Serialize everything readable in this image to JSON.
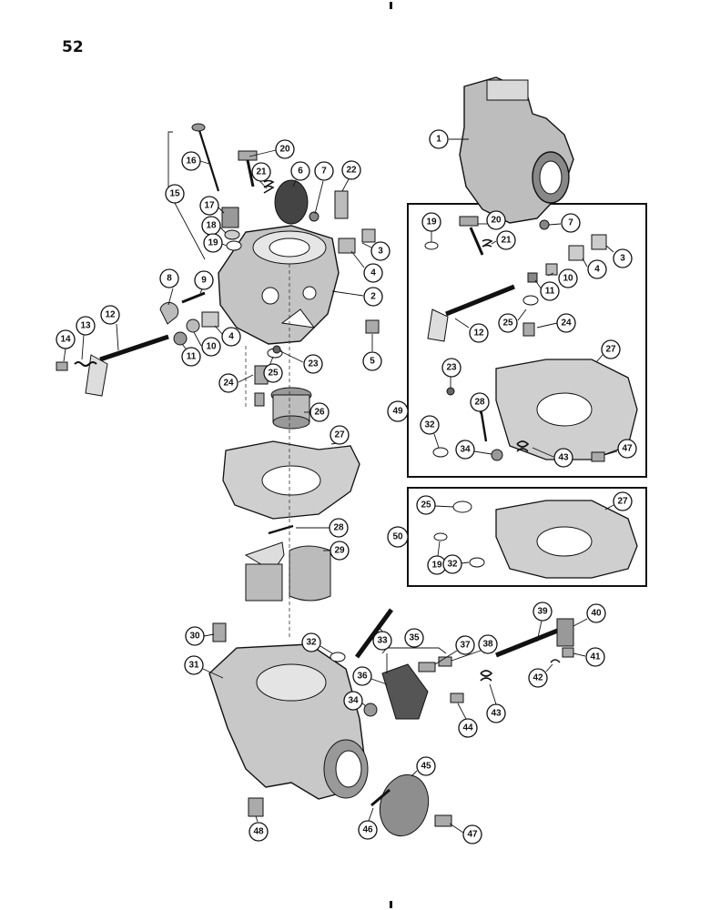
{
  "page": {
    "number": "52"
  },
  "kits": [
    {
      "number": "49"
    },
    {
      "number": "50"
    }
  ],
  "callouts": [
    "1",
    "20",
    "16",
    "21",
    "6",
    "7",
    "22",
    "15",
    "17",
    "18",
    "19",
    "3",
    "4",
    "2",
    "8",
    "9",
    "12",
    "13",
    "14",
    "10",
    "4",
    "11",
    "5",
    "24",
    "25",
    "23",
    "26",
    "27",
    "28",
    "29",
    "19",
    "20",
    "7",
    "21",
    "3",
    "4",
    "10",
    "11",
    "12",
    "25",
    "24",
    "27",
    "23",
    "28",
    "32",
    "34",
    "43",
    "47",
    "49",
    "25",
    "27",
    "50",
    "19",
    "32",
    "39",
    "40",
    "41",
    "42",
    "30",
    "32",
    "33",
    "35",
    "37",
    "38",
    "31",
    "36",
    "34",
    "43",
    "44",
    "45",
    "46",
    "47",
    "48"
  ]
}
